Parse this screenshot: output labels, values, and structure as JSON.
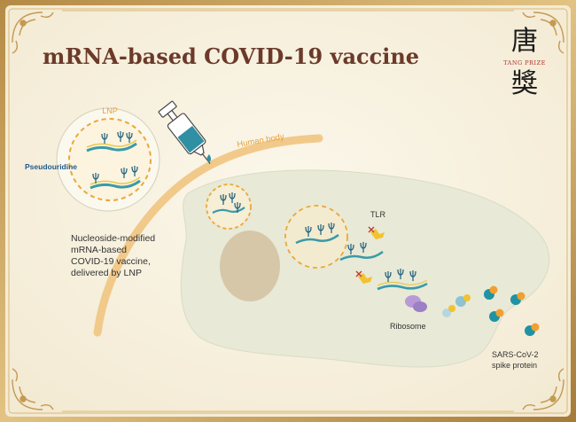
{
  "header": {
    "title": "mRNA-based COVID-19 vaccine",
    "logo_text": "TANG PRIZE"
  },
  "labels": {
    "lnp": "LNP",
    "pseudouridine": "Pseudouridine",
    "human_body": "Human body",
    "tlr": "TLR",
    "ribosome": "Ribosome"
  },
  "description": {
    "lines": [
      "Nucleoside-modified",
      "mRNA-based",
      "COVID-19 vaccine,",
      "delivered by LNP"
    ]
  },
  "spike": {
    "lines": [
      "SARS-CoV-2",
      "spike protein"
    ]
  },
  "colors": {
    "background": "#f8f3e3",
    "frame": "#c9a45e",
    "title": "#6b3a2a",
    "lnp_ring": "#e9a93a",
    "cell": "#e8e9d6",
    "nucleus": "#d6c7a9",
    "mrna": "#3a9aa8",
    "teal": "#1f93a3"
  }
}
